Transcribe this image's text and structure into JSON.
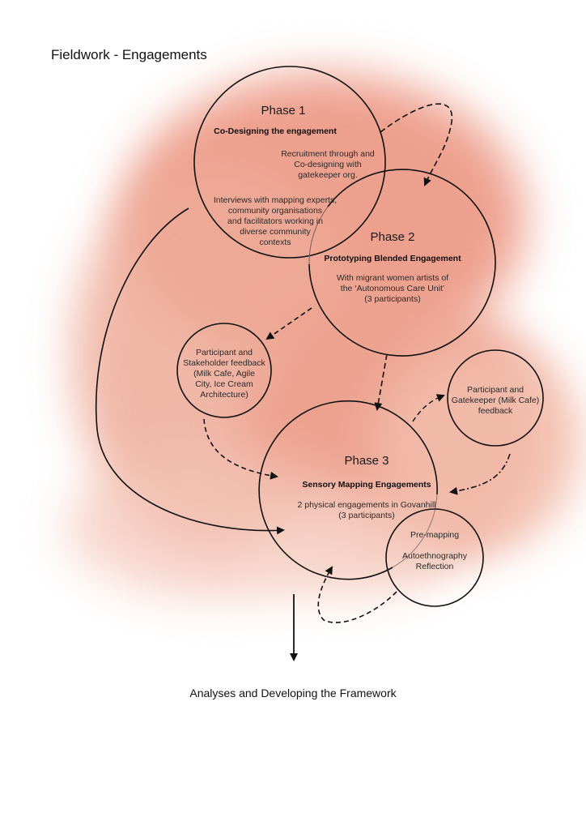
{
  "title": "Fieldwork - Engagements",
  "colors": {
    "wash": "#eda08d",
    "wash_light": "#f6cdbf",
    "stroke": "#111111"
  },
  "phase1": {
    "label": "Phase 1",
    "subtitle": "Co-Designing the engagement",
    "note_a": [
      "Recruitment through and",
      "Co-designing with",
      "gatekeeper org."
    ],
    "note_b": [
      "Interviews with mapping experts,",
      "community organisations",
      "and facilitators working in",
      "diverse community",
      "contexts"
    ]
  },
  "phase2": {
    "label": "Phase 2",
    "subtitle": "Prototyping Blended Engagement",
    "note": [
      "With migrant women artists of",
      "the ‘Autonomous Care Unit’",
      "(3 participants)"
    ]
  },
  "stakeholder_feedback": {
    "lines": [
      "Participant and",
      "Stakeholder feedback",
      "(Milk Cafe, Agile",
      "City, Ice Cream",
      "Architecture)"
    ]
  },
  "gatekeeper_feedback": {
    "lines": [
      "Participant and",
      "Gatekeeper (Milk Cafe)",
      "feedback"
    ]
  },
  "phase3": {
    "label": "Phase 3",
    "subtitle": "Sensory Mapping Engagements",
    "note": [
      "2 physical engagements in Govanhill",
      "(3 participants)"
    ]
  },
  "premapping": {
    "line1": "Pre-mapping",
    "line2": [
      "Autoethnography",
      "Reflection"
    ]
  },
  "footer": "Analyses and Developing the Framework"
}
